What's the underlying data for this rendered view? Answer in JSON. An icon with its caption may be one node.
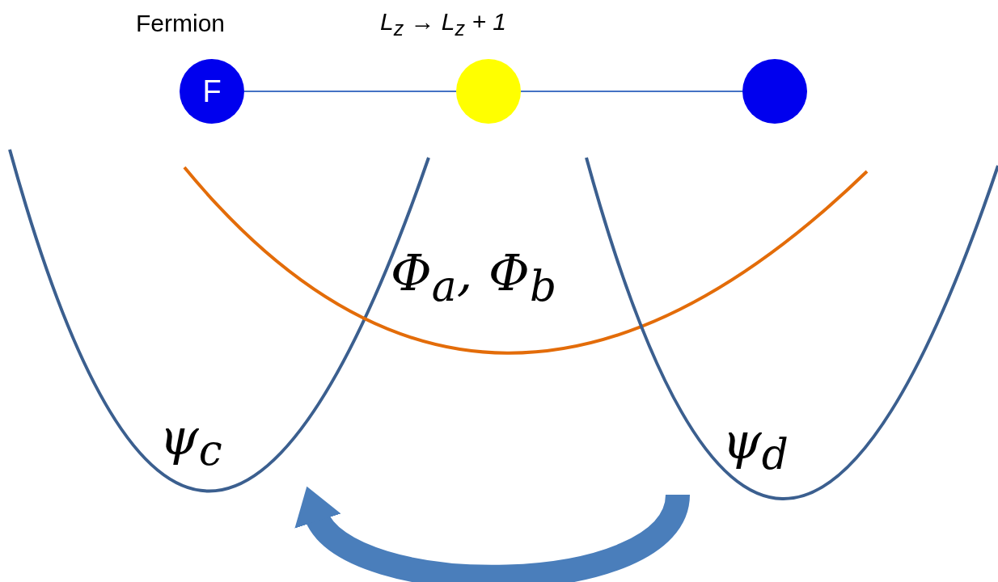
{
  "diagram": {
    "nodes": [
      {
        "text": [
          "F"
        ],
        "beside": [
          "Fermion"
        ]
      },
      {
        "text": [],
        "shape": "circle",
        "beside": [
          "L$_{z}$ → L$_{z}$ + 1"
        ]
      },
      {
        "text": [],
        "shape": "circle"
      },
      {
        "text": [
          "ψ$_{c}$"
        ]
      },
      {
        "text": [
          "Φ$_{a}$, Φ$_{b}$"
        ]
      },
      {
        "text": [
          "ψ$_{d}$"
        ]
      }
    ],
    "edges": [
      {
        "from": 0,
        "to": 1,
        "arrow": "none"
      },
      {
        "from": 1,
        "to": 2,
        "arrow": "none"
      },
      {
        "from": 5,
        "to": 3,
        "arrow": "to",
        "style": "thick"
      }
    ]
  }
}
